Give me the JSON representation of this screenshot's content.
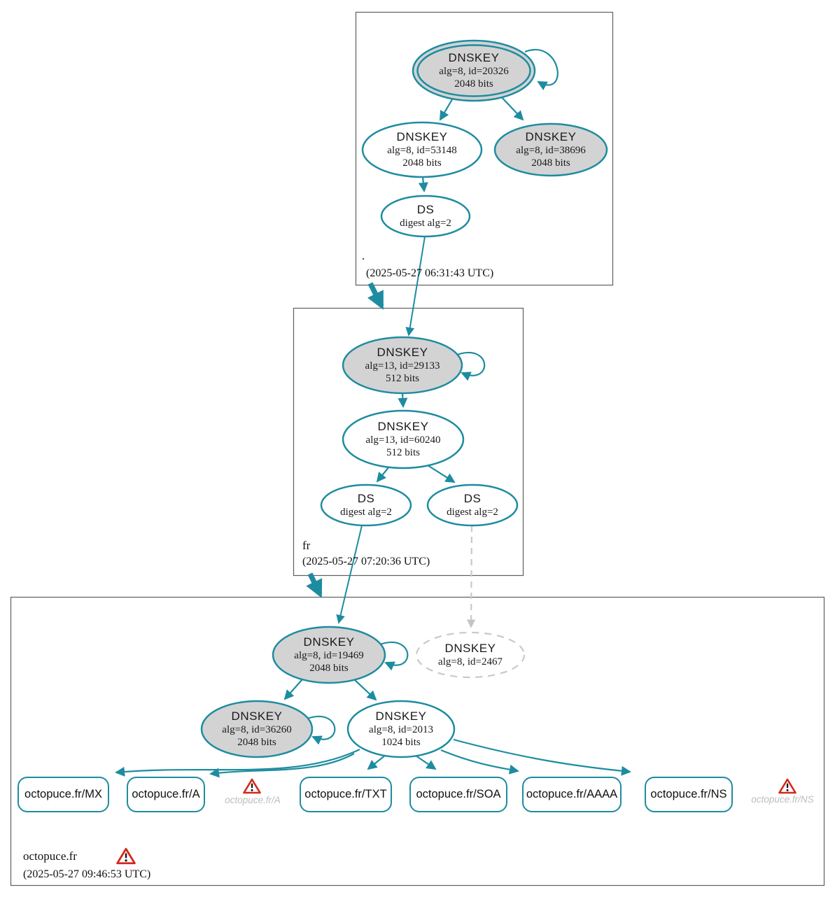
{
  "colors": {
    "secure_teal": "#1e8ca0",
    "ksk_fill_gray": "#d3d3d3",
    "missing_dashed_gray": "#c9c9c9",
    "warning_red": "#d3281c",
    "faded_label_gray": "#bdbdbd",
    "zone_box_border": "#5f5f5f"
  },
  "icons": {
    "warning": "warning-triangle-icon"
  },
  "zones": {
    "root": {
      "label": ".",
      "timestamp": "(2025-05-27 06:31:43 UTC)",
      "nodes": {
        "ksk20326": {
          "title": "DNSKEY",
          "detail": "alg=8, id=20326",
          "bits": "2048 bits"
        },
        "zsk53148": {
          "title": "DNSKEY",
          "detail": "alg=8, id=53148",
          "bits": "2048 bits"
        },
        "ksk38696": {
          "title": "DNSKEY",
          "detail": "alg=8, id=38696",
          "bits": "2048 bits"
        },
        "ds": {
          "title": "DS",
          "detail": "digest alg=2"
        }
      }
    },
    "fr": {
      "label": "fr",
      "timestamp": "(2025-05-27 07:20:36 UTC)",
      "nodes": {
        "ksk29133": {
          "title": "DNSKEY",
          "detail": "alg=13, id=29133",
          "bits": "512 bits"
        },
        "zsk60240": {
          "title": "DNSKEY",
          "detail": "alg=13, id=60240",
          "bits": "512 bits"
        },
        "ds1": {
          "title": "DS",
          "detail": "digest alg=2"
        },
        "ds2": {
          "title": "DS",
          "detail": "digest alg=2"
        }
      }
    },
    "octopuce": {
      "label": "octopuce.fr",
      "timestamp": "(2025-05-27 09:46:53 UTC)",
      "nodes": {
        "ksk19469": {
          "title": "DNSKEY",
          "detail": "alg=8, id=19469",
          "bits": "2048 bits"
        },
        "missing2467": {
          "title": "DNSKEY",
          "detail": "alg=8, id=2467"
        },
        "ksk36260": {
          "title": "DNSKEY",
          "detail": "alg=8, id=36260",
          "bits": "2048 bits"
        },
        "zsk2013": {
          "title": "DNSKEY",
          "detail": "alg=8, id=2013",
          "bits": "1024 bits"
        }
      },
      "rrsets": [
        {
          "label": "octopuce.fr/MX"
        },
        {
          "label": "octopuce.fr/A"
        },
        {
          "label": "octopuce.fr/TXT"
        },
        {
          "label": "octopuce.fr/SOA"
        },
        {
          "label": "octopuce.fr/AAAA"
        },
        {
          "label": "octopuce.fr/NS"
        }
      ],
      "warnings": [
        {
          "label": "octopuce.fr/A"
        },
        {
          "label": "octopuce.fr/NS"
        }
      ]
    }
  }
}
